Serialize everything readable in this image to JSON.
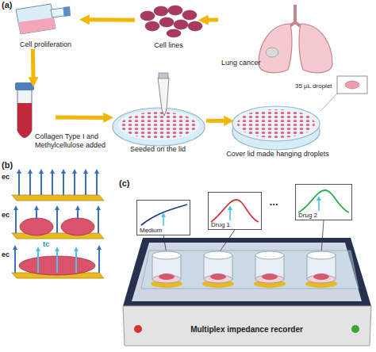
{
  "diagram": {
    "nodes": [
      {
        "text": [
          "Cell proliferation"
        ]
      },
      {
        "text": [
          "Cell lines"
        ]
      },
      {
        "text": [
          "Lung cancer"
        ]
      },
      {
        "text": [
          "Collagen Type I and Methylcellulose added"
        ]
      },
      {
        "text": [
          "Seeded on the lid"
        ]
      },
      {
        "text": [
          "Cover lid made hanging droplets"
        ]
      },
      {
        "text": [
          "Medium"
        ]
      },
      {
        "text": [
          "Drug 1"
        ]
      },
      {
        "text": [
          "Drug 2"
        ]
      },
      {
        "text": [
          "Multiplex impedance recorder"
        ]
      }
    ],
    "edges": [
      {
        "from": 2,
        "to": 1,
        "arrow": "to"
      },
      {
        "from": 1,
        "to": 0,
        "arrow": "to"
      },
      {
        "from": 0,
        "to": 3,
        "arrow": "to"
      },
      {
        "from": 3,
        "to": 4,
        "arrow": "to"
      },
      {
        "from": 4,
        "to": 5,
        "arrow": "to"
      }
    ],
    "labels": [
      "(a)",
      "(b)",
      "(c)",
      "35 μL droplet",
      "ec",
      "ec",
      "ec",
      "tc",
      "•••"
    ]
  }
}
